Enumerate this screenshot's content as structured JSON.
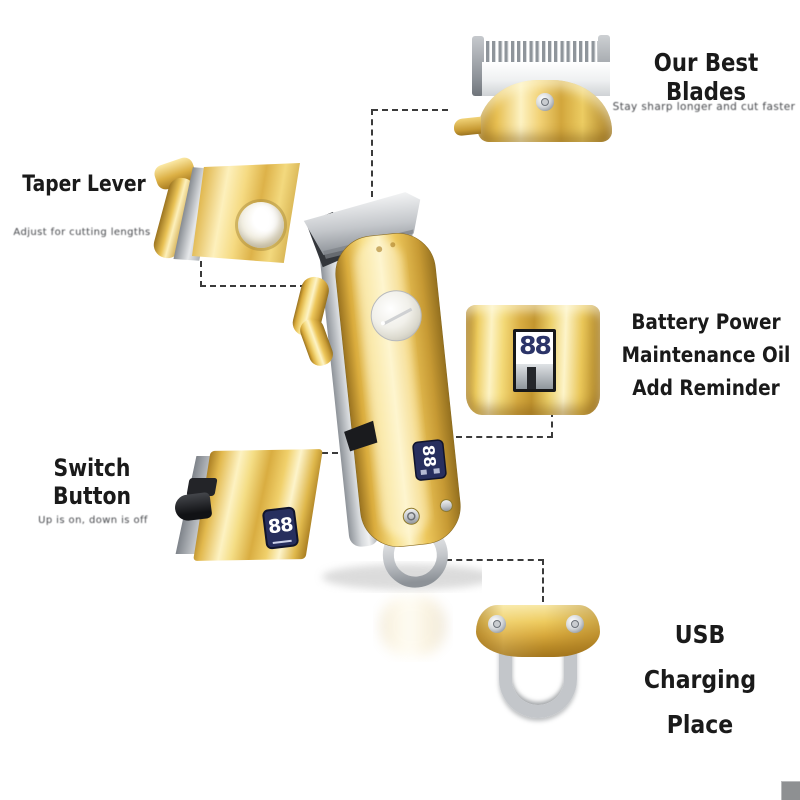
{
  "callouts": {
    "blades": {
      "title": "Our Best Blades",
      "subtitle": "Stay sharp longer and cut faster"
    },
    "taper": {
      "title": "Taper Lever",
      "subtitle": "Adjust for cutting lengths"
    },
    "battery": {
      "line1": "Battery Power",
      "line2": "Maintenance Oil",
      "line3": "Add Reminder"
    },
    "switch": {
      "title": "Switch Button",
      "subtitle": "Up is on, down is off"
    },
    "usb": {
      "line1": "USB",
      "line2": "Charging Place"
    }
  },
  "product": {
    "main_display_value": "88",
    "battery_display_value": "88",
    "switch_display_value": "88"
  },
  "colors": {
    "gold": "#e3b54a",
    "gold_dark": "#a87c20",
    "gold_light": "#fdf3c8",
    "silver": "#c6c9cd",
    "display_navy": "#272f5e",
    "lcd_digit_navy": "#2b3468",
    "text": "#1a1a1a",
    "subtext": "#46484c",
    "connector": "#3b3b3b",
    "corner_gray": "#8e9092",
    "background": "#ffffff"
  }
}
